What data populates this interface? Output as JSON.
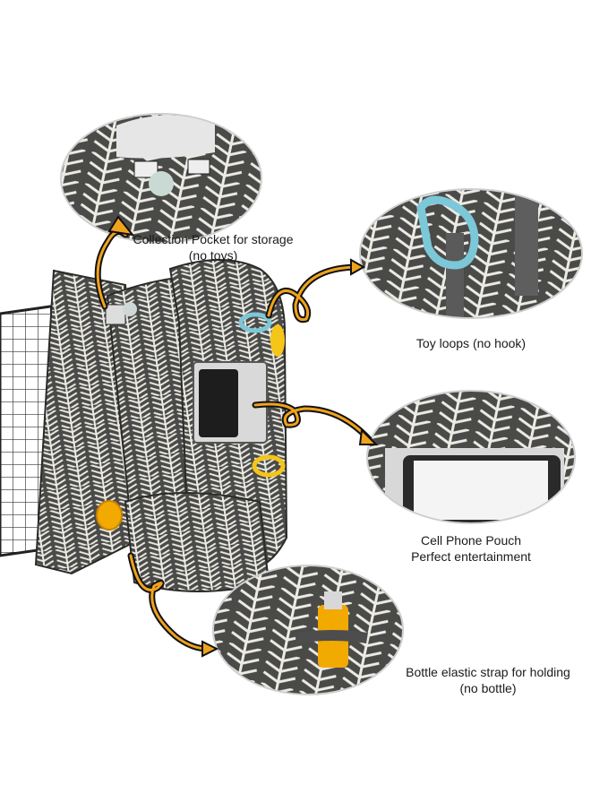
{
  "labels": {
    "pocket": {
      "line1": "Collection Pocket for storage",
      "line2": "(no toys)"
    },
    "toy": {
      "line1": "Toy loops (no hook)"
    },
    "phone": {
      "line1": "Cell Phone Pouch",
      "line2": "Perfect entertainment"
    },
    "bottle": {
      "line1": "Bottle elastic strap for holding",
      "line2": "(no bottle)"
    }
  },
  "colors": {
    "fabric": "#4a4a48",
    "pattern": "#ecebe4",
    "arrow_outline": "#111111",
    "arrow_fill": "#f0a21e",
    "toy_loop": "#7cc8d8",
    "bottle": "#f2a900"
  }
}
